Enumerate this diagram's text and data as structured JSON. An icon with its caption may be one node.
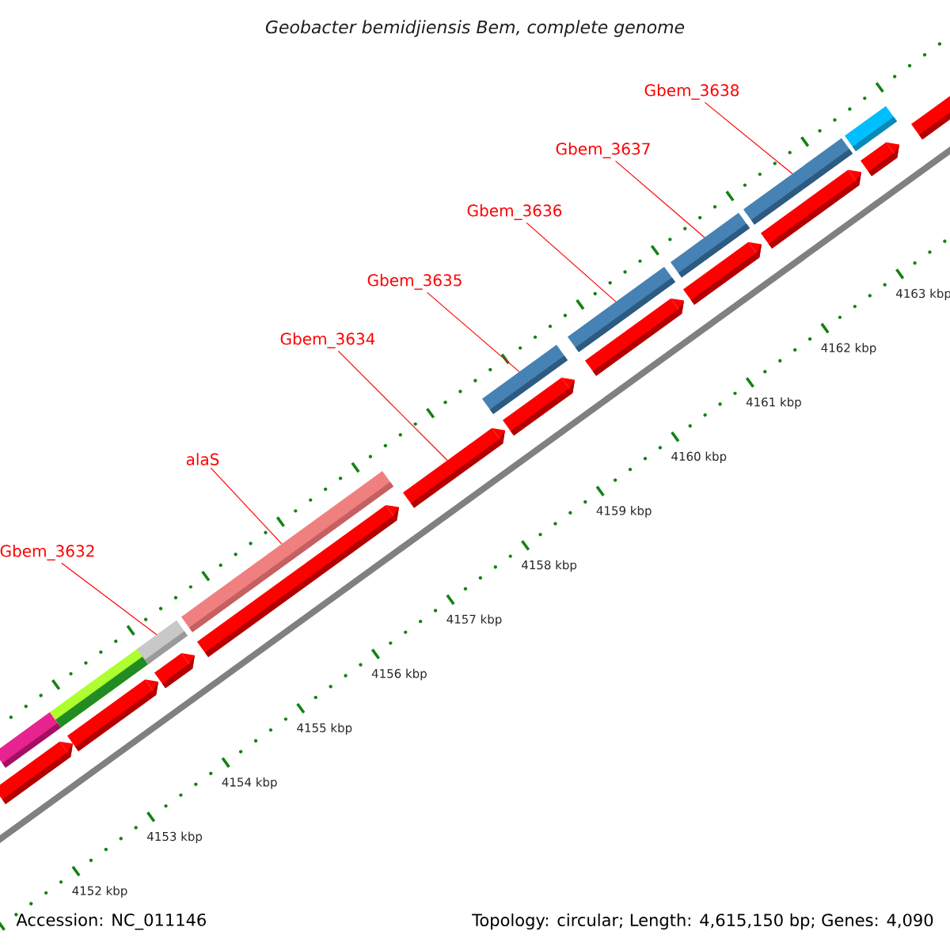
{
  "diagram": {
    "title": "Geobacter bemidjiensis Bem, complete genome",
    "nodes": [
      {
        "text": [
          "Gbem_3632"
        ]
      },
      {
        "text": [
          "alaS"
        ]
      },
      {
        "text": [
          "Gbem_3634"
        ]
      },
      {
        "text": [
          "Gbem_3635"
        ]
      },
      {
        "text": [
          "Gbem_3636"
        ]
      },
      {
        "text": [
          "Gbem_3637"
        ]
      },
      {
        "text": [
          "Gbem_3638"
        ]
      },
      {
        "text": [],
        "shape": "bar"
      },
      {
        "text": [],
        "shape": "bar"
      },
      {
        "text": [],
        "shape": "bar"
      },
      {
        "text": [],
        "shape": "bar"
      },
      {
        "text": [],
        "shape": "bar"
      },
      {
        "text": [],
        "shape": "bar"
      },
      {
        "text": [],
        "shape": "bar"
      },
      {
        "text": [],
        "shape": "bar"
      },
      {
        "text": [],
        "shape": "bar"
      },
      {
        "text": [],
        "shape": "arrow"
      },
      {
        "text": [],
        "shape": "arrow"
      },
      {
        "text": [],
        "shape": "arrow"
      },
      {
        "text": [],
        "shape": "arrow"
      },
      {
        "text": [],
        "shape": "arrow"
      },
      {
        "text": [],
        "shape": "arrow"
      },
      {
        "text": [],
        "shape": "arrow"
      },
      {
        "text": [],
        "shape": "arrow"
      },
      {
        "text": [],
        "shape": "arrow"
      },
      {
        "text": [],
        "shape": "arrow"
      },
      {
        "text": [],
        "shape": "arrow"
      }
    ],
    "edges": [
      {
        "from": 0,
        "to": 9,
        "arrow": "none"
      },
      {
        "from": 1,
        "to": 10,
        "arrow": "none"
      },
      {
        "from": 2,
        "to": 20,
        "arrow": "none"
      },
      {
        "from": 3,
        "to": 11,
        "arrow": "none"
      },
      {
        "from": 4,
        "to": 12,
        "arrow": "none"
      },
      {
        "from": 5,
        "to": 13,
        "arrow": "none"
      },
      {
        "from": 6,
        "to": 14,
        "arrow": "none"
      }
    ],
    "labels": [
      "4163 kbp",
      "4162 kbp",
      "4161 kbp",
      "4160 kbp",
      "4159 kbp",
      "4158 kbp",
      "4157 kbp",
      "4156 kbp",
      "4155 kbp",
      "4154 kbp",
      "4153 kbp",
      "4152 kbp",
      "Accession: NC_011146",
      "Topology: circular; Length: 4,615,150 bp; Genes: 4,090"
    ]
  }
}
